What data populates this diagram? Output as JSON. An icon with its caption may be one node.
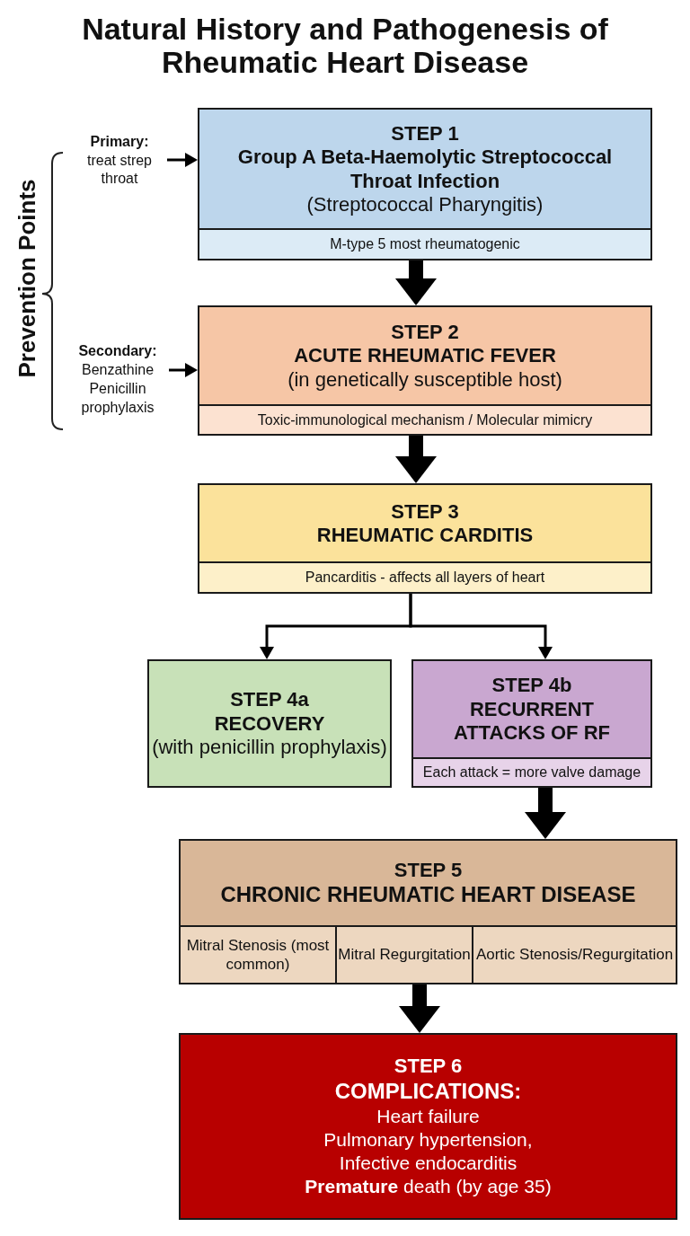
{
  "diagram": {
    "title": "Natural History and Pathogenesis of Rheumatic Heart Disease",
    "nodes": [
      {
        "text": [
          "STEP 1",
          "Group A Beta-Haemolytic Streptococcal Throat Infection",
          "(Streptococcal Pharyngitis)",
          "M-type 5 most rheumatogenic"
        ]
      },
      {
        "text": [
          "STEP 2",
          "ACUTE RHEUMATIC FEVER",
          "(in genetically susceptible host)",
          "Toxic-immunological mechanism / Molecular mimicry"
        ]
      },
      {
        "text": [
          "STEP 3",
          "RHEUMATIC CARDITIS",
          "Pancarditis - affects all layers of heart"
        ]
      },
      {
        "text": [
          "STEP 4a",
          "RECOVERY",
          "(with penicillin prophylaxis)"
        ]
      },
      {
        "text": [
          "STEP 4b",
          "RECURRENT ATTACKS OF RF",
          "Each attack = more valve damage"
        ]
      },
      {
        "text": [
          "STEP 5",
          "CHRONIC RHEUMATIC HEART DISEASE"
        ]
      },
      {
        "text": [
          "Mitral Stenosis (most common)"
        ],
        "in": 5
      },
      {
        "text": [
          "Mitral Regurgitation"
        ],
        "in": 5
      },
      {
        "text": [
          "Aortic Stenosis/Regurgitation"
        ],
        "in": 5
      },
      {
        "text": [
          "STEP 6",
          "COMPLICATIONS:",
          "Heart failure",
          "Pulmonary hypertension,",
          "Infective endocarditis",
          "**Premature** death (by age 35)"
        ]
      },
      {
        "text": [
          "Primary:",
          "treat strep throat"
        ]
      },
      {
        "text": [
          "Secondary:",
          "Benzathine Penicillin prophylaxis"
        ]
      }
    ],
    "edges": [
      {
        "from": 0,
        "to": 1,
        "arrow": "to",
        "style": "thick"
      },
      {
        "from": 1,
        "to": 2,
        "arrow": "to",
        "style": "thick"
      },
      {
        "from": 2,
        "to": 3,
        "arrow": "to"
      },
      {
        "from": 2,
        "to": 4,
        "arrow": "to"
      },
      {
        "from": 4,
        "to": 5,
        "arrow": "to",
        "style": "thick"
      },
      {
        "from": 5,
        "to": 9,
        "arrow": "to",
        "style": "thick"
      },
      {
        "from": 10,
        "to": 0,
        "arrow": "to"
      },
      {
        "from": 11,
        "to": 1,
        "arrow": "to"
      }
    ],
    "labels": [
      "Prevention Points"
    ]
  }
}
